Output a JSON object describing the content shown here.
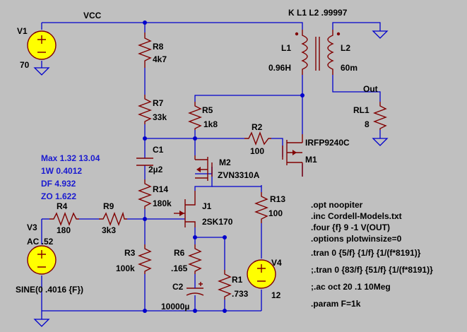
{
  "net_labels": {
    "vcc": "VCC",
    "out": "Out"
  },
  "coupling": "K L1 L2 .99997",
  "components": {
    "V1": {
      "name": "V1",
      "value": "70"
    },
    "V3": {
      "name": "V3",
      "value": "AC .52",
      "spec": "SINE(0 .4016 {F})"
    },
    "V4": {
      "name": "V4",
      "value": "12"
    },
    "R8": {
      "name": "R8",
      "value": "4k7"
    },
    "R7": {
      "name": "R7",
      "value": "33k"
    },
    "R5": {
      "name": "R5",
      "value": "1k8"
    },
    "R2": {
      "name": "R2",
      "value": "100"
    },
    "R14": {
      "name": "R14",
      "value": "180k"
    },
    "R3": {
      "name": "R3",
      "value": "100k"
    },
    "R4": {
      "name": "R4",
      "value": "180"
    },
    "R9": {
      "name": "R9",
      "value": "3k3"
    },
    "R6": {
      "name": "R6",
      "value": ".165"
    },
    "R1": {
      "name": "R1",
      "value": ".733"
    },
    "R13": {
      "name": "R13",
      "value": "100"
    },
    "RL1": {
      "name": "RL1",
      "value": "8"
    },
    "C1": {
      "name": "C1",
      "value": "2µ2"
    },
    "C2": {
      "name": "C2",
      "value": "10000µ"
    },
    "L1": {
      "name": "L1",
      "value": "0.96H"
    },
    "L2": {
      "name": "L2",
      "value": "60m"
    },
    "M1": {
      "name": "M1",
      "value": "IRFP9240C"
    },
    "M2": {
      "name": "M2",
      "value": "ZVN3310A"
    },
    "J1": {
      "name": "J1",
      "value": "2SK170"
    }
  },
  "annotations": {
    "max": "Max  1.32   13.04",
    "w1": "1W   0.4012",
    "df": "DF     4.932",
    "zo": "ZO   1.622"
  },
  "directives": [
    ".opt noopiter",
    ".inc Cordell-Models.txt",
    ".four {f} 9 -1 V(OUT)",
    ".options plotwinsize=0",
    ".tran 0 {5/f} {1/f} {1/(f*8191)}",
    ";.tran 0 {83/f} {51/f} {1/(f*8191)}",
    ";.ac oct 20 .1 10Meg",
    ".param F=1k"
  ],
  "colors": {
    "background": "#c0c0c0",
    "wire": "#0000cc",
    "part": "#800000",
    "source_fill": "#ffff00",
    "annotation": "#1a1ad0"
  }
}
